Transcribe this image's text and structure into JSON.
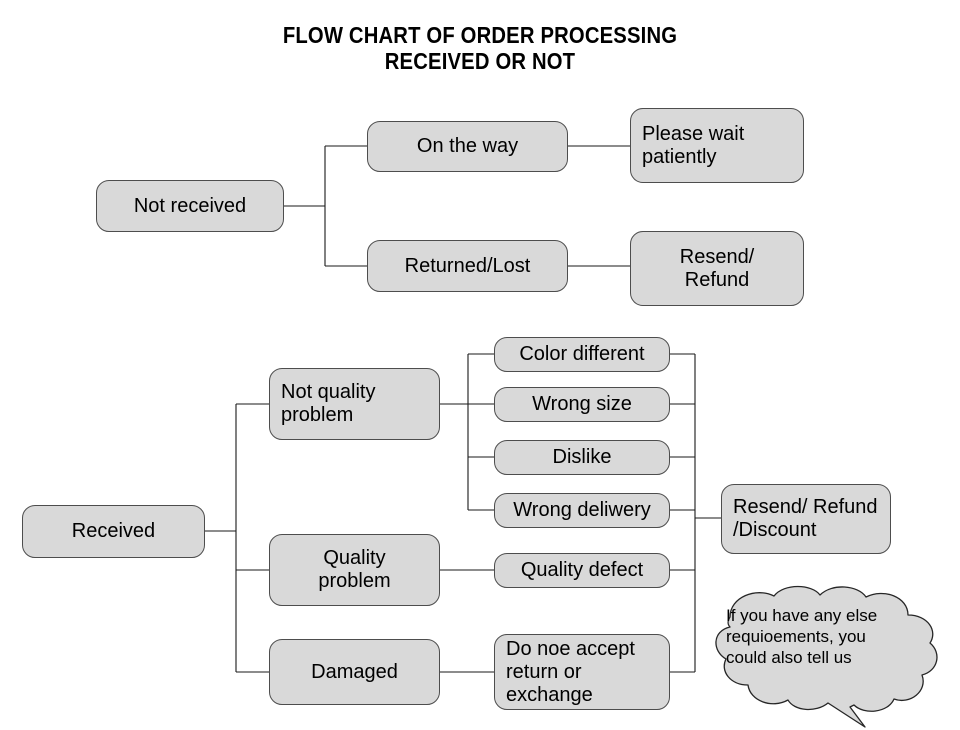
{
  "title": "FLOW CHART OF ORDER PROCESSING\nRECEIVED OR NOT",
  "colors": {
    "node_fill": "#d9d9d9",
    "node_border": "#4d4d4d",
    "connector": "#1a1a1a",
    "text": "#000000",
    "background": "#ffffff"
  },
  "branch_not_received": {
    "root": "Not received",
    "outcomes": [
      {
        "status": "On the way",
        "action": "Please wait\npatiently"
      },
      {
        "status": "Returned/Lost",
        "action": "Resend/\nRefund"
      }
    ]
  },
  "branch_received": {
    "root": "Received",
    "categories": [
      {
        "label": "Not quality\nproblem",
        "reasons": [
          "Color different",
          "Wrong size",
          "Dislike",
          "Wrong deliwery"
        ]
      },
      {
        "label": "Quality\nproblem",
        "reasons": [
          "Quality defect"
        ]
      },
      {
        "label": "Damaged",
        "reasons": [
          "Do noe accept\nreturn or\nexchange"
        ]
      }
    ],
    "resolution": "Resend/ Refund\n/Discount"
  },
  "callout": {
    "text": "If you have any else\nrequioements, you\ncould also tell us"
  }
}
